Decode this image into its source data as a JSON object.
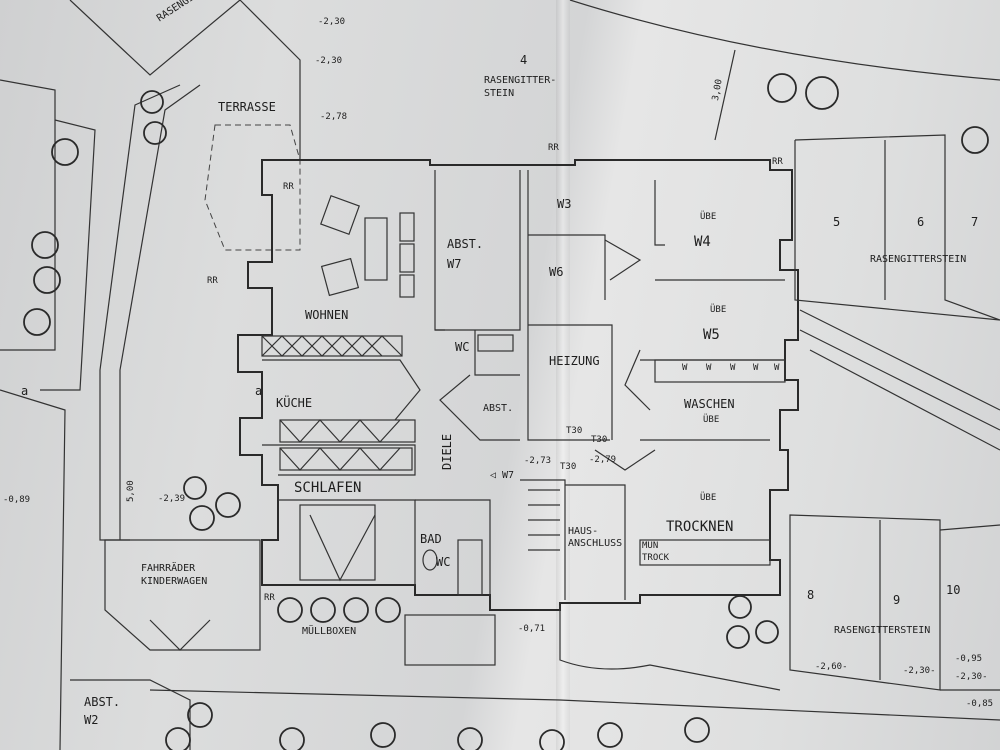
{
  "rooms": {
    "wohnen": "WOHNEN",
    "kueche": "KÜCHE",
    "schlafen": "SCHLAFEN",
    "abst_w7_line1": "ABST.",
    "abst_w7_line2": "W7",
    "wc_upper": "WC",
    "abst_small": "ABST.",
    "diele": "DIELE",
    "bad": "BAD",
    "wc_lower": "WC",
    "heizung": "HEIZUNG",
    "w3": "W3",
    "w6": "W6",
    "w4": "W4",
    "w5": "W5",
    "waschen": "WASCHEN",
    "hausanschluss_line1": "HAUS-",
    "hausanschluss_line2": "ANSCHLUSS",
    "trocknen": "TROCKNEN",
    "terrasse": "TERRASSE",
    "fahrraeder": "FAHRRÄDER",
    "kinderwagen": "KINDERWAGEN",
    "muellboxen": "MÜLLBOXEN",
    "abst_w2_line1": "ABST.",
    "abst_w2_line2": "W2"
  },
  "parking": {
    "rasengitter_top_left": "RASENGITTE",
    "rasengitter_top_line1": "RASENGITTER-",
    "rasengitter_top_line2": "STEIN",
    "rasengitter_right": "RASENGITTERSTEIN",
    "rasengitter_bottom": "RASENGITTERSTEIN",
    "slot_4": "4",
    "slot_5": "5",
    "slot_6": "6",
    "slot_7": "7",
    "slot_8": "8",
    "slot_9": "9",
    "slot_10": "10"
  },
  "levels": {
    "l_089": "-0,89",
    "l_278": "-2,78",
    "l_273": "-2,73",
    "l_279": "-2,79",
    "l_071": "-0,71",
    "l_085": "-0,85",
    "l_239": "-2,39",
    "l_236": "-2,30",
    "l_095": "-0,95",
    "l_230": "-2,30"
  },
  "dimensions": {
    "d_300": "3,00",
    "d_500": "5,00",
    "d_260": "-2,60-",
    "d_230": "-2,30-",
    "d_230b": "-2,30-"
  },
  "markers": {
    "rr1": "RR",
    "rr2": "RR",
    "rr3": "RR",
    "rr4": "RR",
    "rr5": "RR",
    "a1": "a",
    "a2": "a",
    "t30a": "T30",
    "t30b": "T30",
    "t30c": "T30",
    "w7_arrow": "◁ W7",
    "w_units": [
      "W",
      "W",
      "W",
      "W",
      "W"
    ],
    "mun_trock_line1": "MUN",
    "mun_trock_line2": "TROCK",
    "ube1": "ÜBE",
    "ube2": "ÜBE",
    "ube3": "ÜBE",
    "ube4": "ÜBE"
  }
}
